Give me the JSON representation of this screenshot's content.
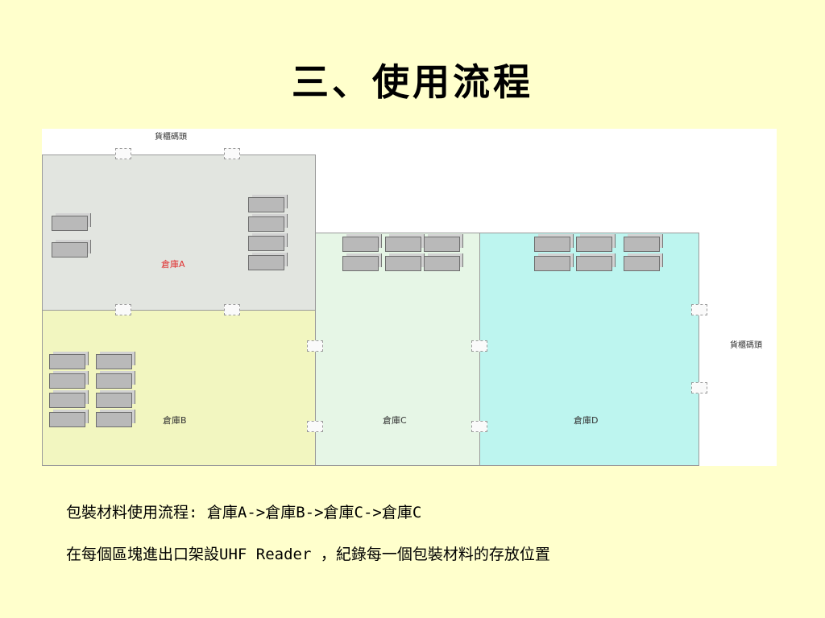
{
  "title": "三、使用流程",
  "diagram": {
    "dock_label_top": "貨櫃碼頭",
    "dock_label_right": "貨櫃碼頭",
    "zones": {
      "a": {
        "label": "倉庫A",
        "color": "#e2e5e0",
        "label_color": "#e03030"
      },
      "b": {
        "label": "倉庫B",
        "color": "#f2f6c0"
      },
      "c": {
        "label": "倉庫C",
        "color": "#e6f6e6"
      },
      "d": {
        "label": "倉庫D",
        "color": "#bdf5ef"
      }
    }
  },
  "text": {
    "line1": "包裝材料使用流程: 倉庫A->倉庫B->倉庫C->倉庫C",
    "line2": "在每個區塊進出口架設UHF Reader ，紀錄每一個包裝材料的存放位置"
  }
}
